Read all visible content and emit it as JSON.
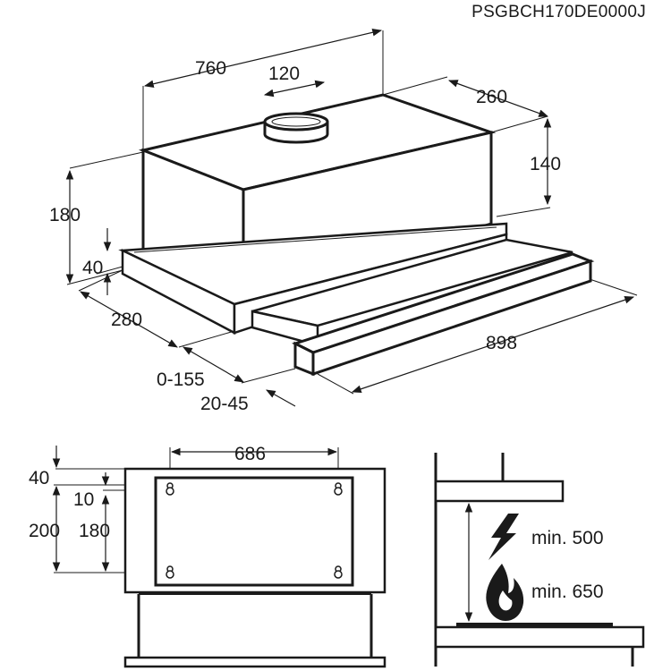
{
  "model_code": "PSGBCH170DE0000J",
  "top_view": {
    "width": "760",
    "outlet_diameter": "120",
    "depth": "260",
    "body_height": "140",
    "total_height": "180",
    "base_height": "40",
    "base_depth": "280",
    "drawer_extension": "0-155",
    "front_offset": "20-45",
    "drawer_width": "898"
  },
  "mounting_view": {
    "hole_spacing": "686",
    "top_offset": "40",
    "hole_offset": "10",
    "total_height": "200",
    "hole_spacing_vertical": "180"
  },
  "clearance_view": {
    "electric_label": "min. 500",
    "gas_label": "min. 650",
    "electric_icon": "lightning-bolt-icon",
    "gas_icon": "flame-icon"
  }
}
